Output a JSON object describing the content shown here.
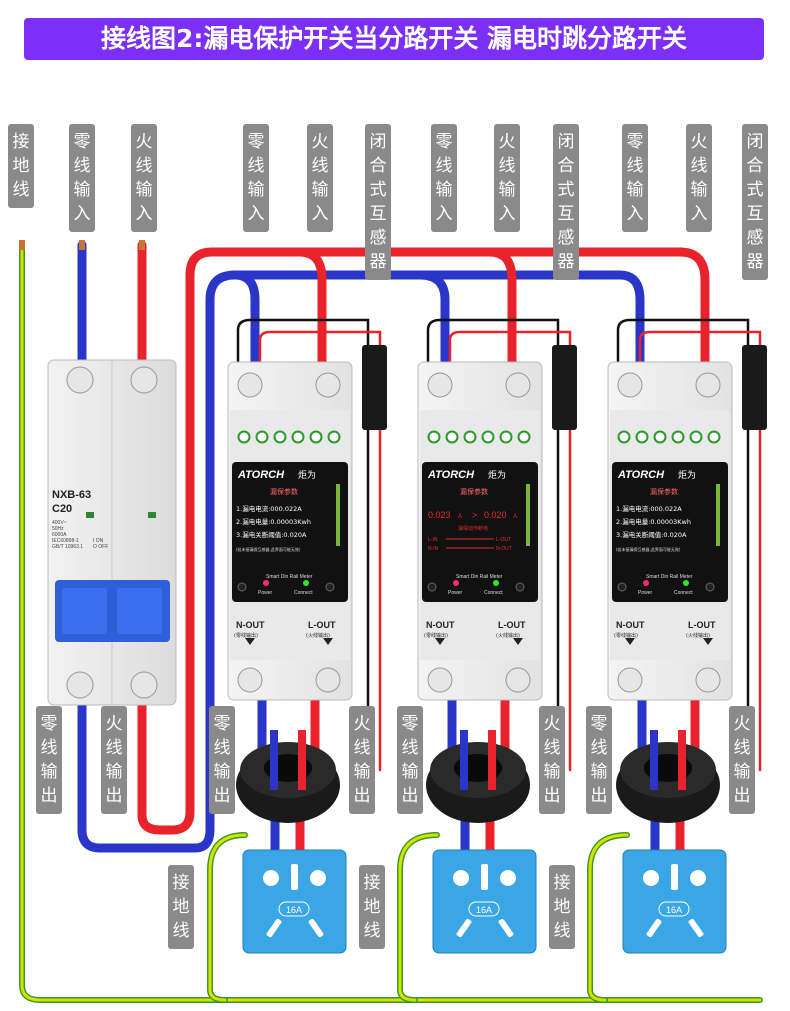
{
  "title": "接线图2:漏电保护开关当分路开关 漏电时跳分路开关",
  "labels": {
    "ground_in": "接地线",
    "neutral_in": "零线输入",
    "live_in": "火线输入",
    "neutral_in_1": "零线输入",
    "live_in_1": "火线输入",
    "ct_1": "闭合式互感器",
    "neutral_in_2": "零线输入",
    "live_in_2": "火线输入",
    "ct_2": "闭合式互感器",
    "neutral_in_3": "零线输入",
    "live_in_3": "火线输入",
    "ct_3": "闭合式互感器",
    "breaker_neutral_out": "零线输出",
    "breaker_live_out": "火线输出",
    "neutral_out_1": "零线输出",
    "live_out_1": "火线输出",
    "neutral_out_2": "零线输出",
    "live_out_2": "火线输出",
    "neutral_out_3": "零线输出",
    "live_out_3": "火线输出",
    "ground_2": "接地线",
    "ground_3": "接地线",
    "ground_4": "接地线"
  },
  "breaker": {
    "model": "NXB-63",
    "rating": "C20",
    "spec_lines": [
      "400V~",
      "50Hz",
      "6000A",
      "IEC60898-1",
      "GB/T 10963.1"
    ],
    "on_label": "I ON",
    "off_label": "O OFF"
  },
  "device": {
    "brand": "ATORCH",
    "brand_cn": "炬为",
    "screen_title": "漏保参数",
    "line1": "1.漏电电流:000.022A",
    "line2": "2.漏电电量:0.00003Kwh",
    "line3": "3.漏电关断阈值:0.020A",
    "note": "(若未接漏保互感器,此界面可能无效)",
    "alarm_left": "0.023",
    "alarm_unit_left": "A",
    "alarm_op": ">",
    "alarm_right": "0.020",
    "alarm_unit_right": "A",
    "alarm_msg": "漏保动作断电",
    "alarm_in_l": "L-IN",
    "alarm_in_n": "N-IN",
    "alarm_out_l": "L-OUT",
    "alarm_out_n": "N-OUT",
    "meter_label": "Smart Din Rail Meter",
    "power_label": "Power",
    "connect_label": "Connect",
    "n_out": "N-OUT",
    "n_out_cn": "(零线输出)",
    "l_out": "L-OUT",
    "l_out_cn": "(火线输出)"
  },
  "socket": {
    "rating": "16A"
  },
  "colors": {
    "title_bg": "#7b2ff7",
    "live": "#e8232b",
    "neutral": "#2a36c8",
    "ground": "#c8d400",
    "label_bg": "#8a8a8a",
    "socket": "#3aa6e6"
  }
}
